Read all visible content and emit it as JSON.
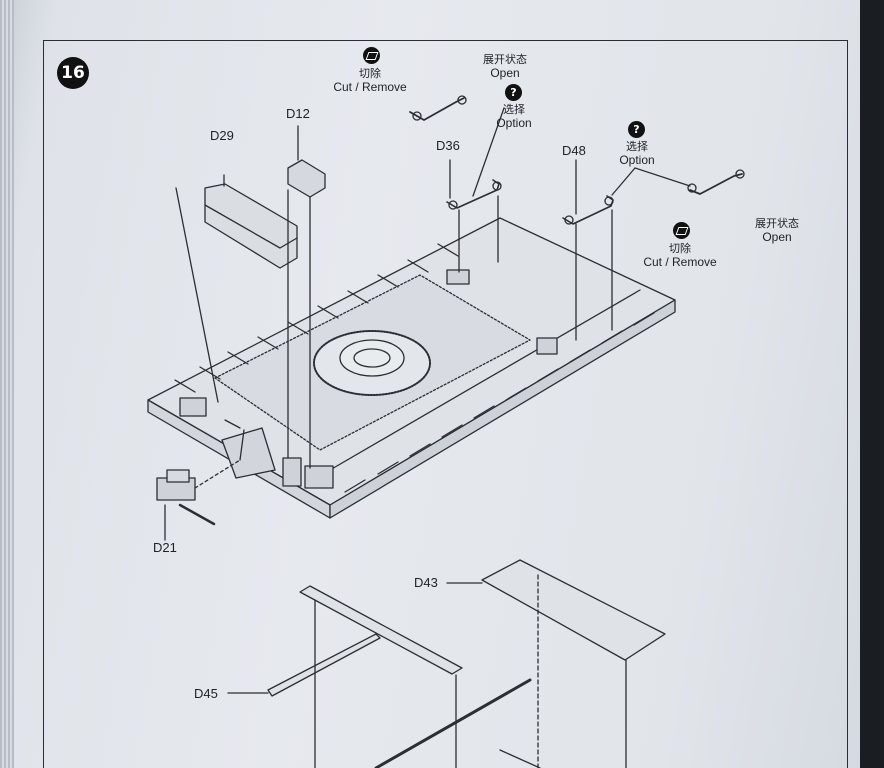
{
  "step": {
    "number": "16"
  },
  "parts": {
    "d29": "D29",
    "d12": "D12",
    "d36": "D36",
    "d48": "D48",
    "d21": "D21",
    "d43": "D43",
    "d45": "D45"
  },
  "notes": {
    "cut_remove_top": {
      "zh": "切除",
      "en": "Cut / Remove"
    },
    "open_top": {
      "zh": "展开状态",
      "en": "Open"
    },
    "option_top": {
      "zh": "选择",
      "en": "Option"
    },
    "option_right": {
      "zh": "选择",
      "en": "Option"
    },
    "open_right": {
      "zh": "展开状态",
      "en": "Open"
    },
    "cut_remove_right": {
      "zh": "切除",
      "en": "Cut / Remove"
    }
  },
  "icons": {
    "cut": "cut-remove-icon",
    "option": "question-icon"
  },
  "colors": {
    "paper": "#e4e7ec",
    "ink": "#1e2126",
    "page_frame": "#2a2d33",
    "background": "#1a1d22"
  }
}
